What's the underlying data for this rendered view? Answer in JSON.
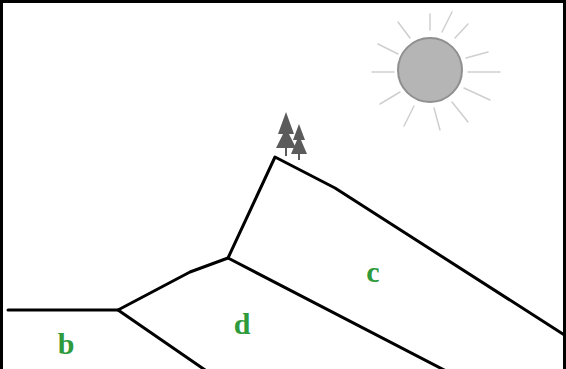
{
  "diagram": {
    "labels": [
      "b",
      "d",
      "c"
    ]
  }
}
